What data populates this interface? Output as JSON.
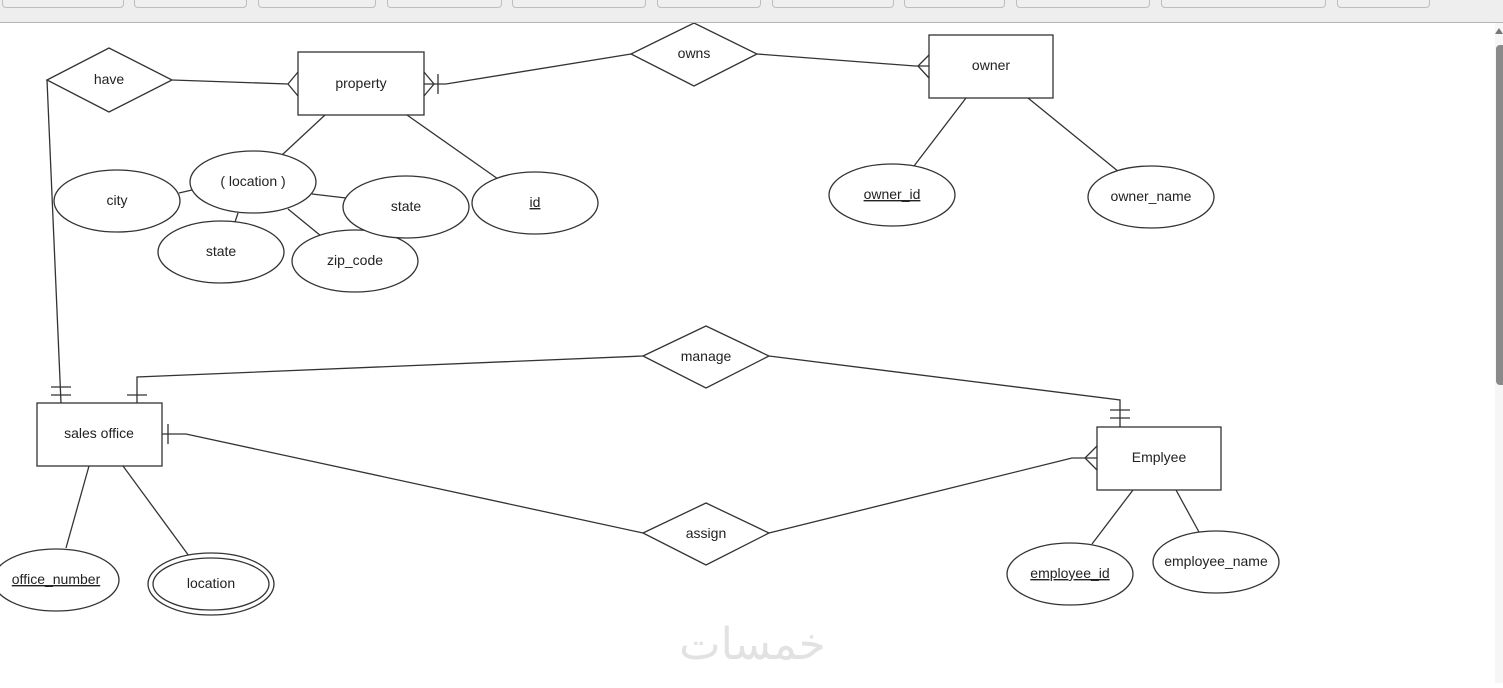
{
  "toolbar": {
    "buttons": [
      "",
      "",
      "",
      "",
      "",
      "",
      "",
      "",
      "",
      "",
      "",
      ""
    ]
  },
  "diagram": {
    "entities": {
      "property": "property",
      "owner": "owner",
      "sales_office": "sales office",
      "employee": "Emplyee"
    },
    "relationships": {
      "have": "have",
      "owns": "owns",
      "manage": "manage",
      "assign": "assign"
    },
    "attributes": {
      "location_composite": "( location )",
      "city": "city",
      "state_1": "state",
      "state_2": "state",
      "zip_code": "zip_code",
      "id": "id",
      "owner_id": "owner_id",
      "owner_name": "owner_name",
      "office_number": "office_number",
      "location_multivalued": "location",
      "employee_id": "employee_id",
      "employee_name": "employee_name"
    },
    "key_attributes": [
      "id",
      "owner_id",
      "office_number",
      "employee_id"
    ],
    "multivalued_attributes": [
      "location"
    ],
    "cardinalities": {
      "have_property": "many",
      "have_sales_office": "one-and-only-one",
      "owns_property": "one-or-many",
      "owns_owner": "many",
      "manage_sales_office": "one",
      "manage_employee": "one-and-only-one",
      "assign_sales_office": "one",
      "assign_employee": "many"
    }
  },
  "watermark": "خمسات"
}
